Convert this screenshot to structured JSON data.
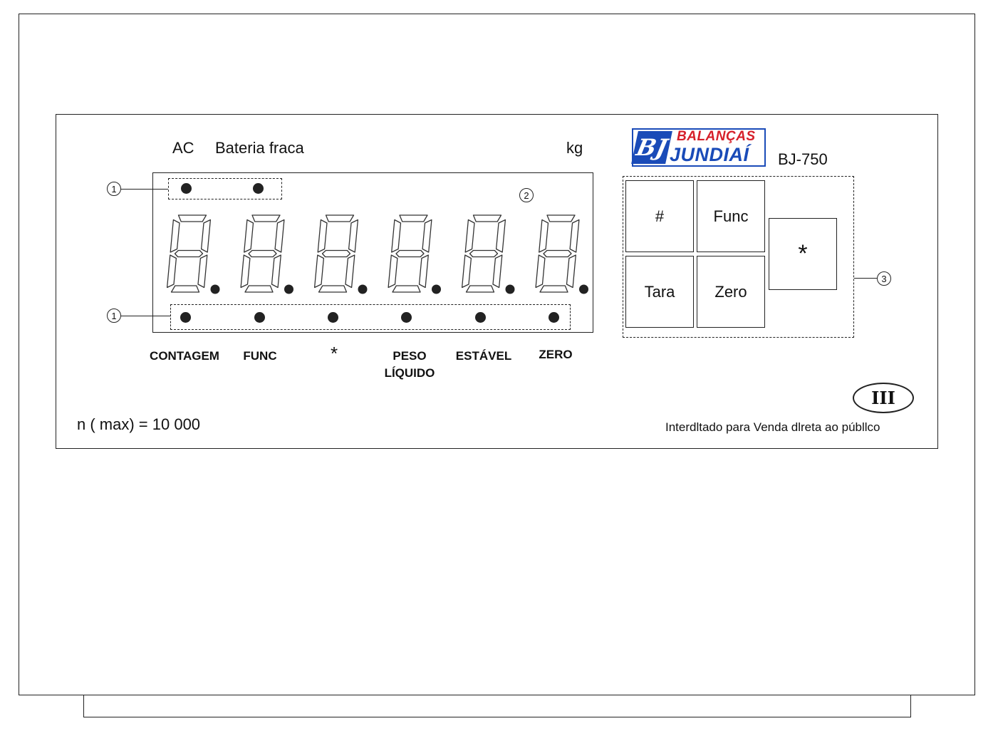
{
  "indicators": {
    "ac": "AC",
    "battery_low": "Bateria fraca",
    "unit": "kg"
  },
  "brand": {
    "logo_mark": "BJ",
    "logo_line1": "BALANÇAS",
    "logo_line2": "JUNDIAÍ",
    "model": "BJ-750"
  },
  "callouts": {
    "one": "1",
    "two": "2",
    "three": "3"
  },
  "display": {
    "digits": [
      "8",
      "8",
      "8",
      "8",
      "8",
      "8"
    ],
    "status_labels": [
      "CONTAGEM",
      "FUNC",
      "*",
      "PESO\nLÍQUIDO",
      "ESTÁVEL",
      "ZERO"
    ]
  },
  "keypad": {
    "hash": "#",
    "func": "Func",
    "tara": "Tara",
    "zero": "Zero",
    "star": "*"
  },
  "footer": {
    "capacity": "n ( max) = 10 000",
    "restriction": "Interdltado para Venda dlreta ao públlco",
    "class_mark": "III"
  }
}
